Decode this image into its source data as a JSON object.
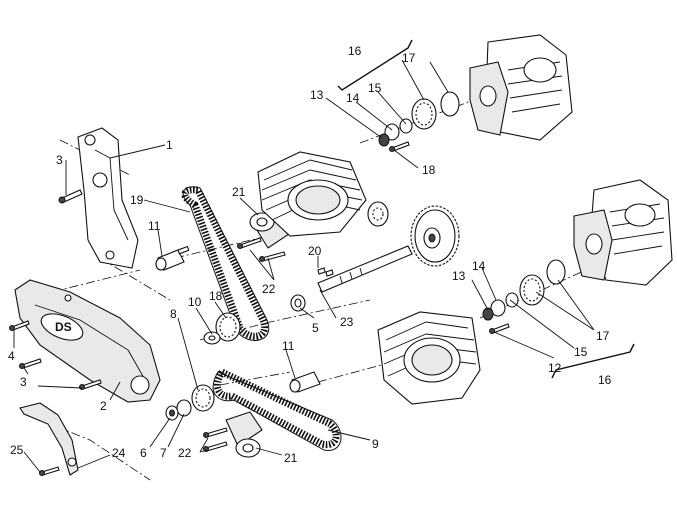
{
  "callouts": {
    "c1": "1",
    "c2": "2",
    "c3a": "3",
    "c3b": "3",
    "c4": "4",
    "c5": "5",
    "c6": "6",
    "c7": "7",
    "c8": "8",
    "c9": "9",
    "c10": "10",
    "c11a": "11",
    "c11b": "11",
    "c12": "12",
    "c13a": "13",
    "c13b": "13",
    "c14a": "14",
    "c14b": "14",
    "c15a": "15",
    "c15b": "15",
    "c16a": "16",
    "c16b": "16",
    "c17a": "17",
    "c17b": "17",
    "c18a": "18",
    "c18b": "18",
    "c19": "19",
    "c20": "20",
    "c21a": "21",
    "c21b": "21",
    "c22a": "22",
    "c22b": "22",
    "c23": "23",
    "c24": "24",
    "c25": "25"
  },
  "cover_badge": "DS"
}
